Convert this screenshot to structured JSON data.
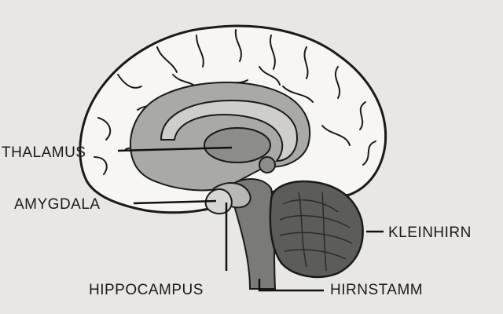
{
  "labels": {
    "thalamus": "THALAMUS",
    "amygdala": "AMYGDALA",
    "hippocampus": "HIPPOCAMPUS",
    "kleinhirn": "KLEINHIRN",
    "hirnstamm": "HIRNSTAMM"
  },
  "colors": {
    "background": "#e9e7e3",
    "cortex": "#f7f6f4",
    "inner_brain": "#a9a9a7",
    "structures": "#8c8c8a",
    "cerebellum": "#5c5c5b",
    "outline": "#1a1a1a"
  }
}
